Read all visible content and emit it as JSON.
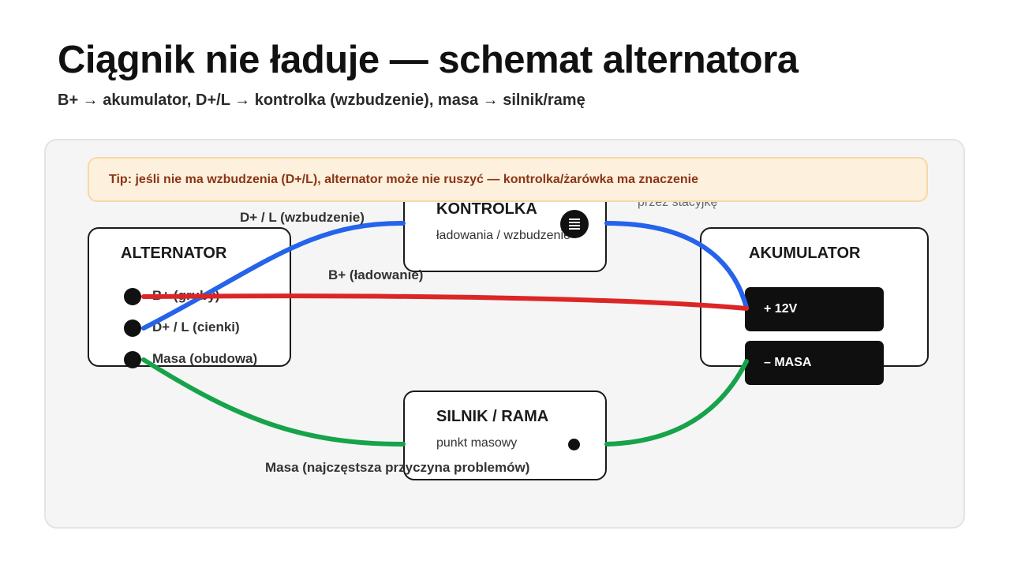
{
  "title": "Ciągnik nie ładuje — schemat alternatora",
  "subtitle": "B+ → akumulator, D+/L → kontrolka (wzbudzenie), masa → silnik/ramę",
  "tip": "Tip: jeśli nie ma wzbudzenia (D+/L), alternator może nie ruszyć — kontrolka/żarówka ma znaczenie",
  "alternator": {
    "title": "ALTERNATOR",
    "pins": [
      "B+ (gruby)",
      "D+ / L (cienki)",
      "Masa (obudowa)"
    ]
  },
  "kontrolka": {
    "title": "KONTROLKA",
    "subtitle": "ładowania / wzbudzenie",
    "note": "przez stacyjkę"
  },
  "akumulator": {
    "title": "AKUMULATOR",
    "plus": "+ 12V",
    "minus": "– MASA"
  },
  "silnik": {
    "title": "SILNIK / RAMA",
    "subtitle": "punkt masowy"
  },
  "wires": {
    "excitation": {
      "label": "D+ / L (wzbudzenie)",
      "color": "#2563eb"
    },
    "charging": {
      "label": "B+ (ładowanie)",
      "color": "#dc2626"
    },
    "ground": {
      "label": "Masa (najczęstsza przyczyna problemów)",
      "color": "#16a34a"
    }
  }
}
